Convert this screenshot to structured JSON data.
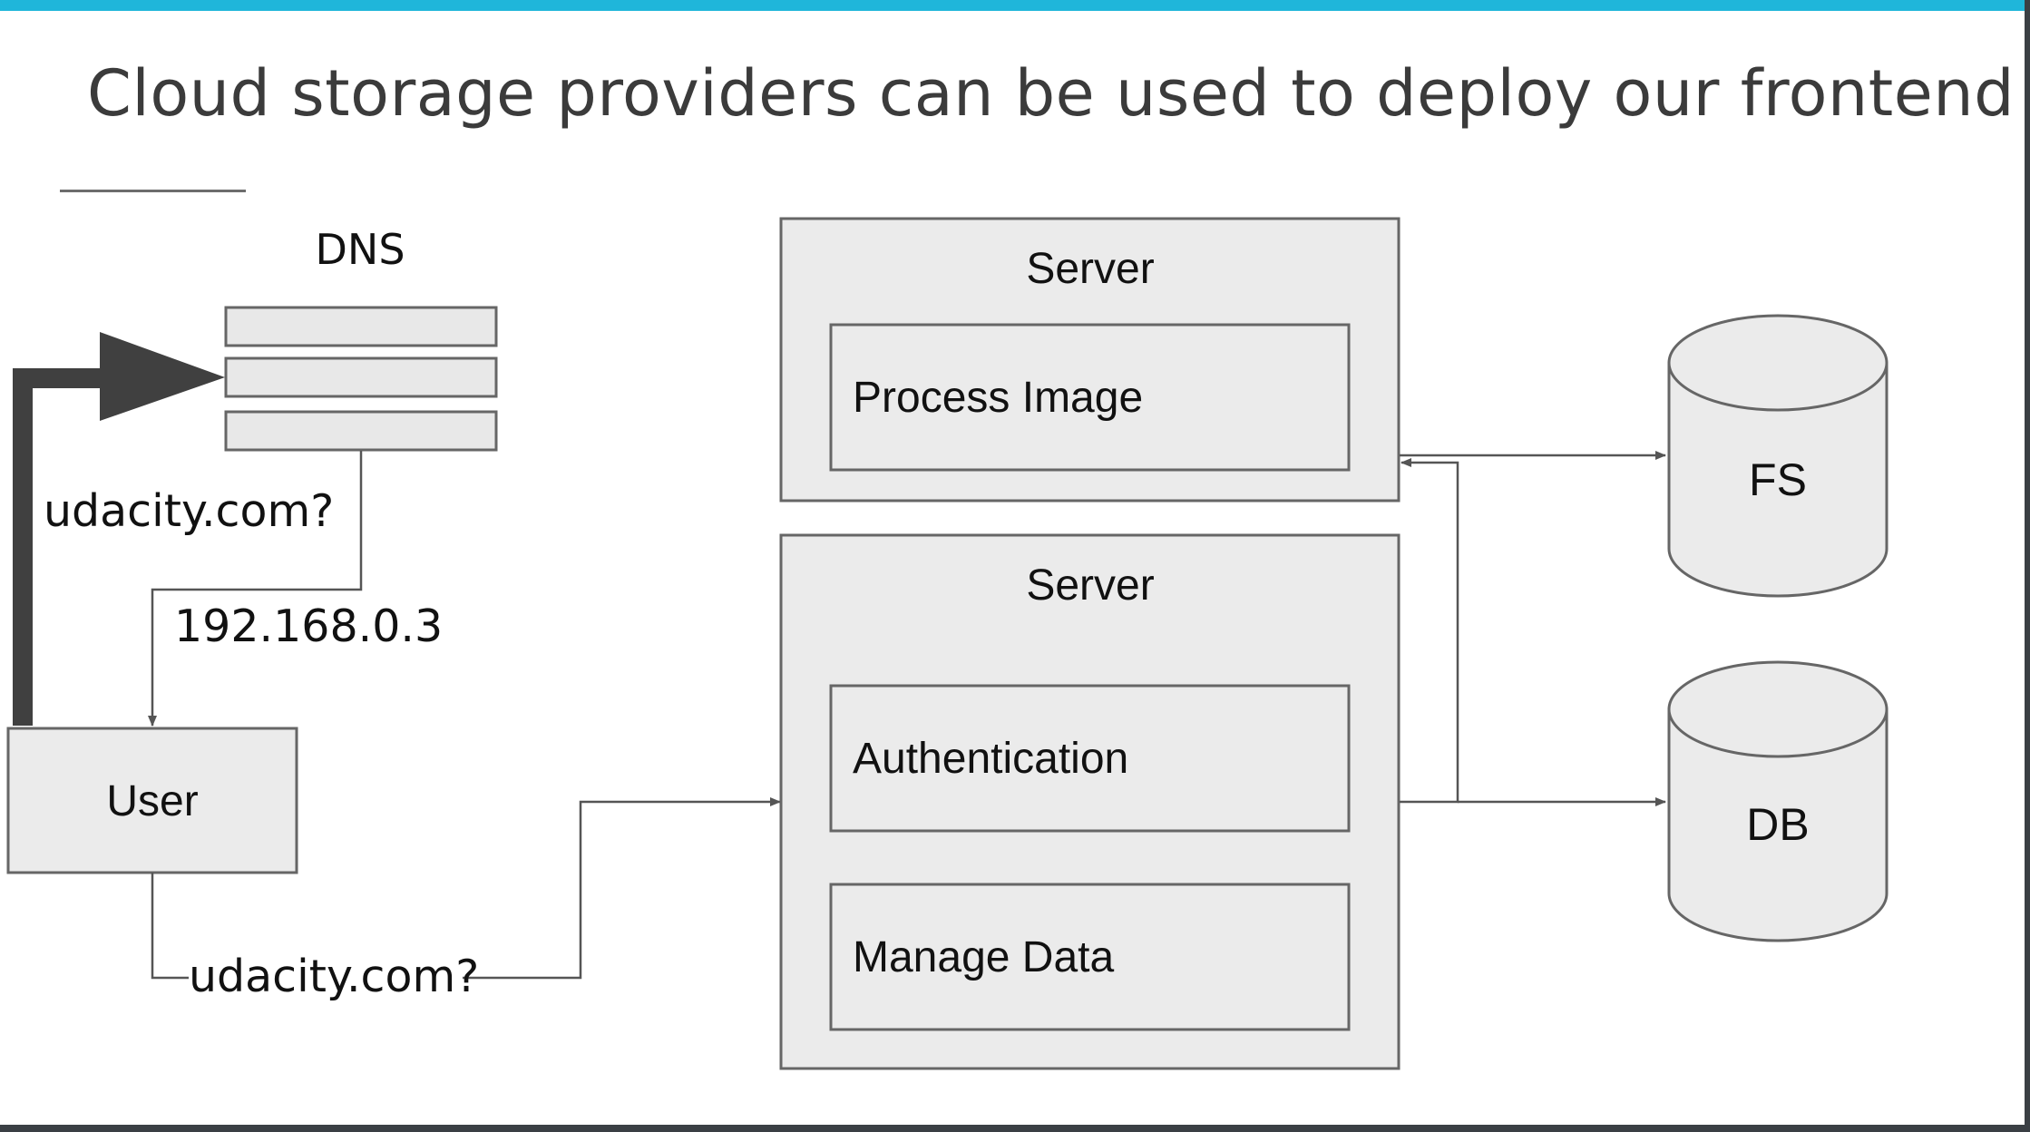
{
  "slide": {
    "title": "Cloud storage providers can be used to deploy our frontend",
    "accent_color": "#1fb6da"
  },
  "diagram": {
    "dns_label": "DNS",
    "user_label": "User",
    "query_to_dns": "udacity.com?",
    "dns_response": "192.168.0.3",
    "query_to_server": "udacity.com?",
    "server_top": {
      "label": "Server",
      "modules": [
        "Process Image"
      ]
    },
    "server_bottom": {
      "label": "Server",
      "modules": [
        "Authentication",
        "Manage Data"
      ]
    },
    "storage": {
      "fs_label": "FS",
      "db_label": "DB"
    }
  }
}
